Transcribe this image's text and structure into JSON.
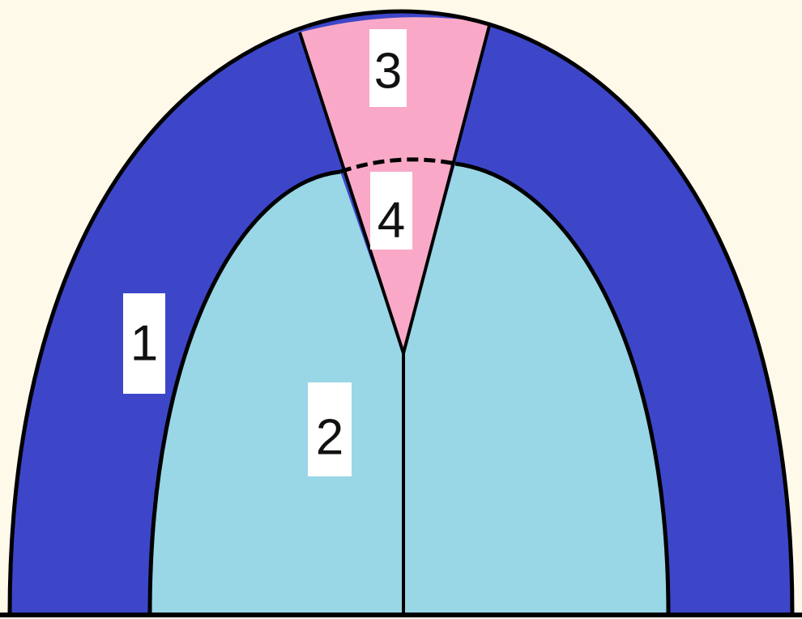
{
  "diagram": {
    "colors": {
      "background": "#fff9ea",
      "outer_band": "#3d46c9",
      "inner_region": "#99d6e6",
      "wedge": "#f9a9c7",
      "outline": "#000000"
    },
    "labels": {
      "region_1": "1",
      "region_2": "2",
      "region_3": "3",
      "region_4": "4"
    }
  }
}
